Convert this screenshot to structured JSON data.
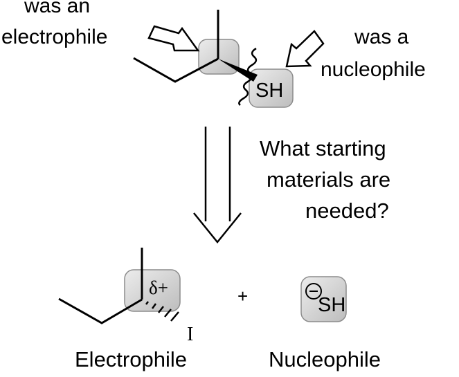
{
  "product": {
    "electrophile_note": [
      "was an",
      "electrophile"
    ],
    "nucleophile_note": [
      "was a",
      "nucleophile"
    ],
    "sh_label": "SH"
  },
  "retrosynthesis": {
    "question_lines": [
      "What starting",
      "materials are",
      "needed?"
    ]
  },
  "starting_materials": {
    "partial_charge": "δ+",
    "leaving_group": "I",
    "plus_sign": "+",
    "anion_charge": "⊖",
    "nucleophile_sh": "SH",
    "electrophile_caption": "Electrophile",
    "nucleophile_caption": "Nucleophile"
  },
  "colors": {
    "highlight_fill": "#d4d4d4",
    "highlight_stroke": "#8c8c8c",
    "line": "#000000"
  }
}
